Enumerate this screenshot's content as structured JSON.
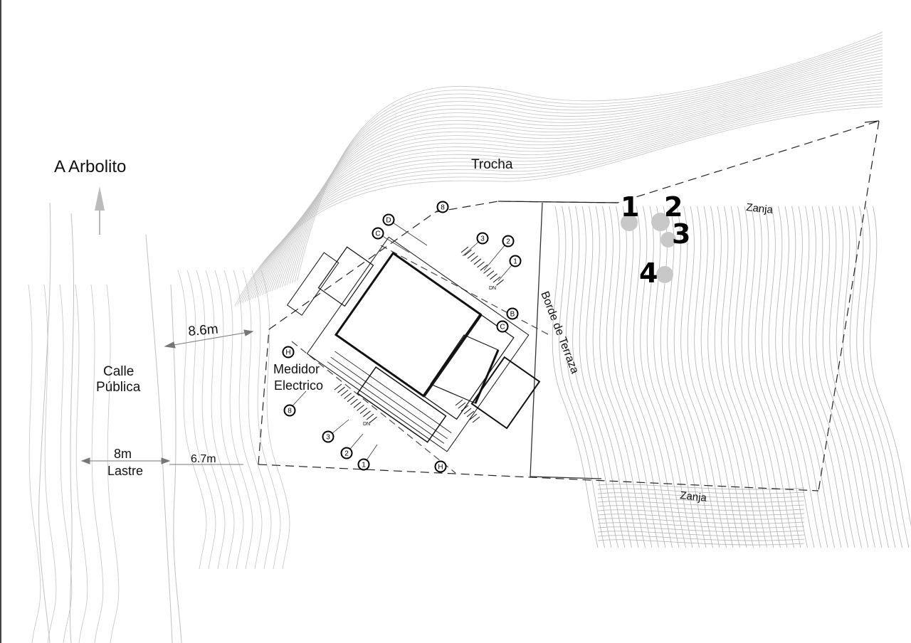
{
  "labels": {
    "arbolito": "A Arbolito",
    "trocha": "Trocha",
    "zanja_top": "Zanja",
    "zanja_bottom": "Zanja",
    "borde": "Borde de Terraza",
    "calle_1": "Calle",
    "calle_2": "Pública",
    "medidor_1": "Medidor",
    "medidor_2": "Electrico",
    "dist_86": "8.6m",
    "dist_67": "6.7m",
    "lastre_1": "8m",
    "lastre_2": "Lastre"
  },
  "spots": [
    "1",
    "2",
    "3",
    "4"
  ],
  "grid_markers": [
    "8",
    "D",
    "C",
    "3",
    "2",
    "1",
    "B",
    "C",
    "H",
    "8",
    "3",
    "2",
    "1",
    "H"
  ],
  "stair_labels": [
    "DN",
    "DN"
  ],
  "colors": {
    "contour": "#c4c4c4",
    "line": "#111111",
    "spot": "#c8c8c8"
  }
}
